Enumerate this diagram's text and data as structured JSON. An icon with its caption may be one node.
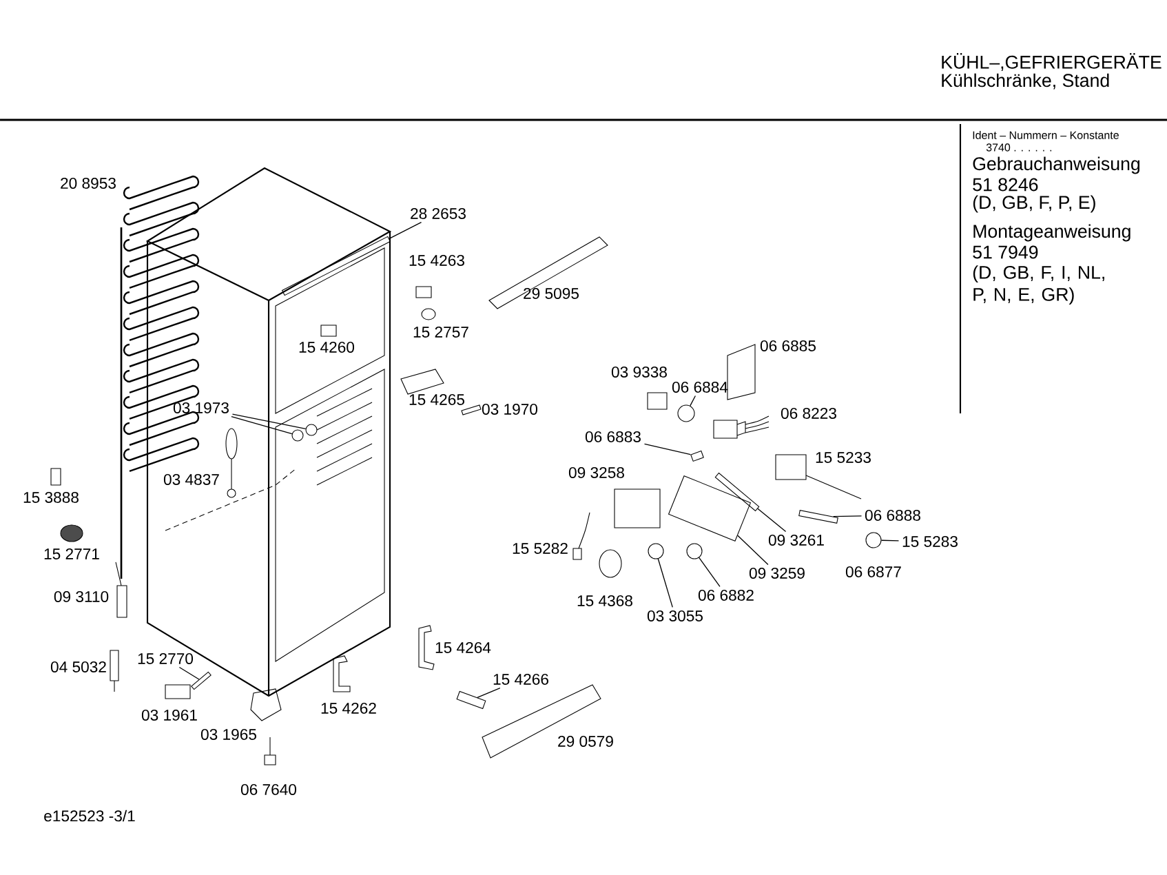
{
  "diagram": {
    "nodes": [
      {
        "text": [
          "28 2653"
        ]
      },
      {
        "text": [
          "03 1973"
        ]
      },
      {
        "text": [
          "06 6884"
        ]
      },
      {
        "text": [
          "06 6883"
        ]
      },
      {
        "text": [
          "09 3261"
        ]
      },
      {
        "text": [
          "06 6888"
        ]
      },
      {
        "text": [
          "15 5283"
        ]
      },
      {
        "text": [
          "09 3259"
        ]
      },
      {
        "text": [
          "06 6882"
        ]
      },
      {
        "text": [
          "03 3055"
        ]
      },
      {
        "text": [
          "15 2770"
        ]
      },
      {
        "text": [
          "15 4266"
        ]
      },
      {
        "text": [],
        "shape": "bar"
      },
      {
        "text": [],
        "shape": "circle"
      },
      {
        "text": [],
        "shape": "circle"
      },
      {
        "text": [],
        "shape": "circle"
      },
      {
        "text": [],
        "shape": "box"
      },
      {
        "text": [],
        "shape": "bar"
      },
      {
        "text": [],
        "shape": "bar"
      },
      {
        "text": [],
        "shape": "circle"
      },
      {
        "text": [],
        "shape": "box"
      },
      {
        "text": [],
        "shape": "circle"
      },
      {
        "text": [],
        "shape": "circle"
      },
      {
        "text": [],
        "shape": "bar"
      },
      {
        "text": [],
        "shape": "box"
      }
    ],
    "edges": [
      {
        "from": 0,
        "to": 12,
        "arrow": "none"
      },
      {
        "from": 1,
        "to": 13,
        "arrow": "none"
      },
      {
        "from": 1,
        "to": 14,
        "arrow": "none"
      },
      {
        "from": 2,
        "to": 15,
        "arrow": "none"
      },
      {
        "from": 3,
        "to": 16,
        "arrow": "none"
      },
      {
        "from": 4,
        "to": 17,
        "arrow": "none"
      },
      {
        "from": 5,
        "to": 18,
        "arrow": "none"
      },
      {
        "from": 6,
        "to": 19,
        "arrow": "none"
      },
      {
        "from": 7,
        "to": 20,
        "arrow": "none"
      },
      {
        "from": 8,
        "to": 21,
        "arrow": "none"
      },
      {
        "from": 9,
        "to": 22,
        "arrow": "none"
      },
      {
        "from": 10,
        "to": 23,
        "arrow": "none"
      },
      {
        "from": 11,
        "to": 24,
        "arrow": "none"
      }
    ],
    "labels": [
      "KÜHL–,GEFRIERGERÄTE",
      "Kühlschränke, Stand",
      "Ident – Nummern – Konstante",
      "3740 . . . . . .",
      "Gebrauchanweisung",
      "51 8246",
      "(D, GB, F, P, E)",
      "Montageanweisung",
      "51 7949",
      "(D, GB, F, I, NL, P, N, E, GR)",
      "20 8953",
      "15 4263",
      "29 5095",
      "15 4260",
      "15 2757",
      "15 4265",
      "03 1970",
      "06 6885",
      "03 9338",
      "06 8223",
      "15 5233",
      "09 3258",
      "03 4837",
      "15 3888",
      "15 2771",
      "15 5282",
      "06 6877",
      "15 4368",
      "09 3110",
      "04 5032",
      "15 4264",
      "03 1961",
      "15 4262",
      "03 1965",
      "29 0579",
      "06 7640",
      "e152523 -3/1"
    ]
  }
}
